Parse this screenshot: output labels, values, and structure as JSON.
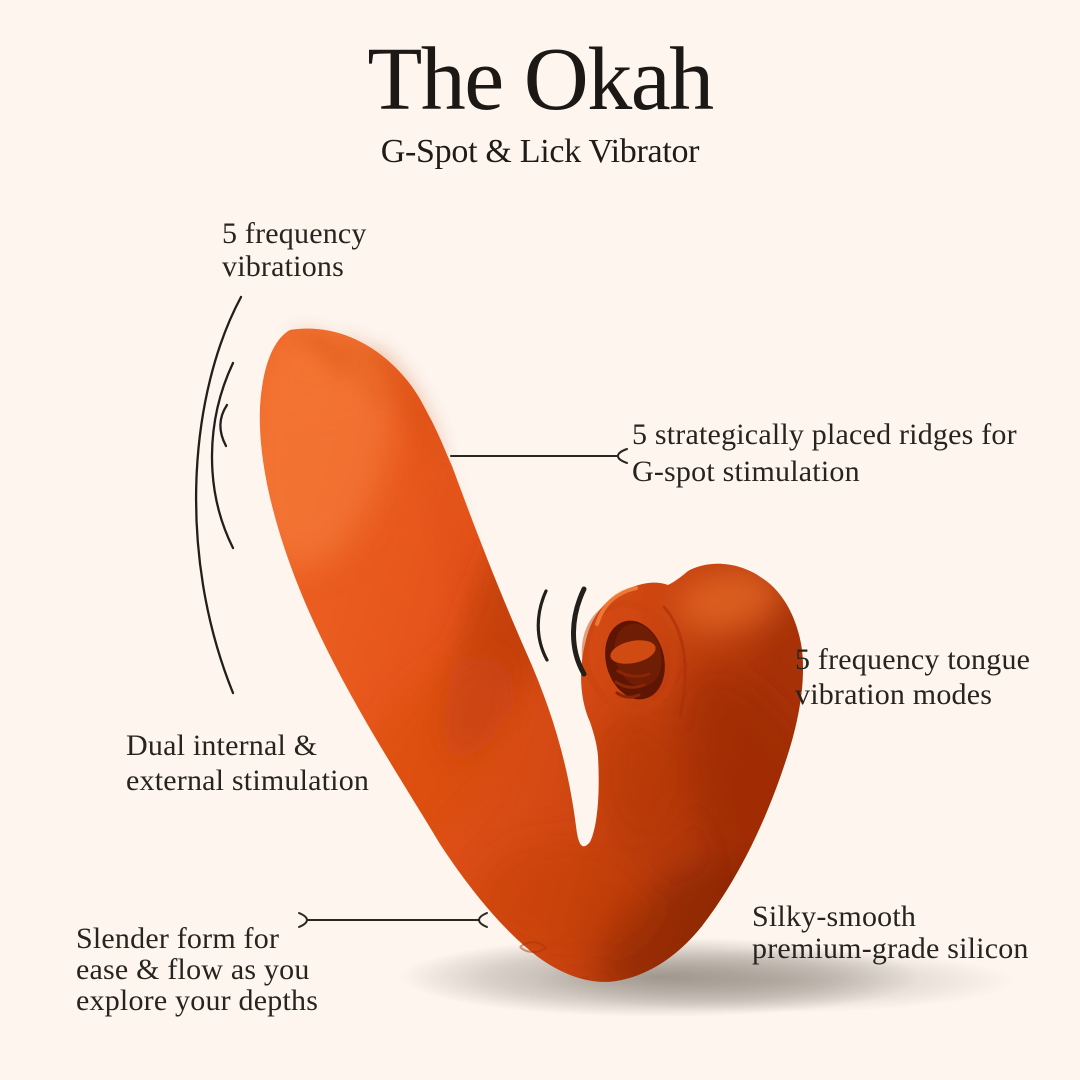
{
  "header": {
    "title": "The Okah",
    "subtitle": "G-Spot & Lick Vibrator"
  },
  "product": {
    "name": "The Okah G-Spot & Lick Vibrator",
    "body_color": "#e5541a",
    "body_highlight": "#f8813e",
    "body_shadow_color": "#7c1f04",
    "mouth_color": "#5e1503",
    "tongue_color": "#d04b12",
    "background": "#fdf5ee",
    "annotation_line_color": "#2a2620",
    "text_color": "#23201b"
  },
  "annotations": {
    "frequency_vibrations": "5 frequency\nvibrations",
    "gspot_ridges": "5 strategically placed ridges for\nG-spot stimulation",
    "tongue_modes": "5 frequency tongue\nvibration modes",
    "dual_stimulation": "Dual internal &\nexternal stimulation",
    "slender_form": "Slender form for\nease & flow as you\nexplore your depths",
    "silky_silicon": "Silky-smooth\npremium-grade silicon"
  }
}
